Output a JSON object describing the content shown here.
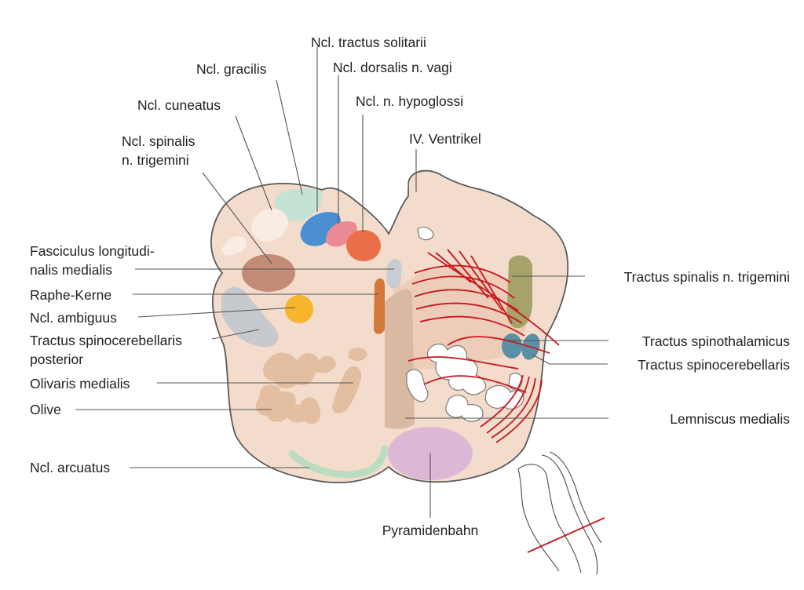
{
  "colors": {
    "background": "#ffffff",
    "tissue": "#f3dccc",
    "tissue_outline": "#5a5a5a",
    "tract_lines": "#c8171e",
    "label_text": "#222222",
    "leader_lines": "#555555",
    "gracilis": "#c5e3d4",
    "cuneatus": "#f8ece3",
    "tractus_solitarii": "#4a8fd1",
    "dorsalis_vagi": "#eb8a93",
    "hypoglossi": "#ea6f47",
    "spinalis_trigemini": "#c48b77",
    "fasc_long_medialis": "#c9cdd3",
    "raphe": "#d2783b",
    "ambiguus": "#f6b52c",
    "spinocerebellaris_posterior": "#c6c9cd",
    "olive": "#e3bea0",
    "arcuatus": "#bcdcc2",
    "pyramidenbahn": "#dcb7d6",
    "tr_spinalis_trigemini": "#a5a26a",
    "spinothalamicus": "#5b8fa3",
    "lemniscus": "#d9b9a2"
  },
  "labels": {
    "solitarii": "Ncl. tractus solitarii",
    "vagi": "Ncl. dorsalis n. vagi",
    "gracilis": "Ncl. gracilis",
    "hypoglossi": "Ncl. n. hypoglossi",
    "cuneatus": "Ncl. cuneatus",
    "ventrikel": "IV. Ventrikel",
    "trigemini_line1": "Ncl. spinalis",
    "trigemini_line2": "n. trigemini",
    "flm_line1": "Fasciculus longitudi-",
    "flm_line2": "nalis medialis",
    "raphe": "Raphe-Kerne",
    "ambiguus": "Ncl. ambiguus",
    "spinocer_post_line1": "Tractus spinocerebellaris",
    "spinocer_post_line2": "posterior",
    "olivaris_medialis": "Olivaris medialis",
    "olive": "Olive",
    "arcuatus": "Ncl. arcuatus",
    "pyramidenbahn": "Pyramidenbahn",
    "tr_spinalis_trigemini": "Tractus spinalis n. trigemini",
    "spinothalamicus": "Tractus spinothalamicus",
    "spinocerebellaris": "Tractus spinocerebellaris",
    "lemniscus": "Lemniscus medialis"
  },
  "icons": {
    "orientation": "brainstem-section-orientation-icon"
  }
}
